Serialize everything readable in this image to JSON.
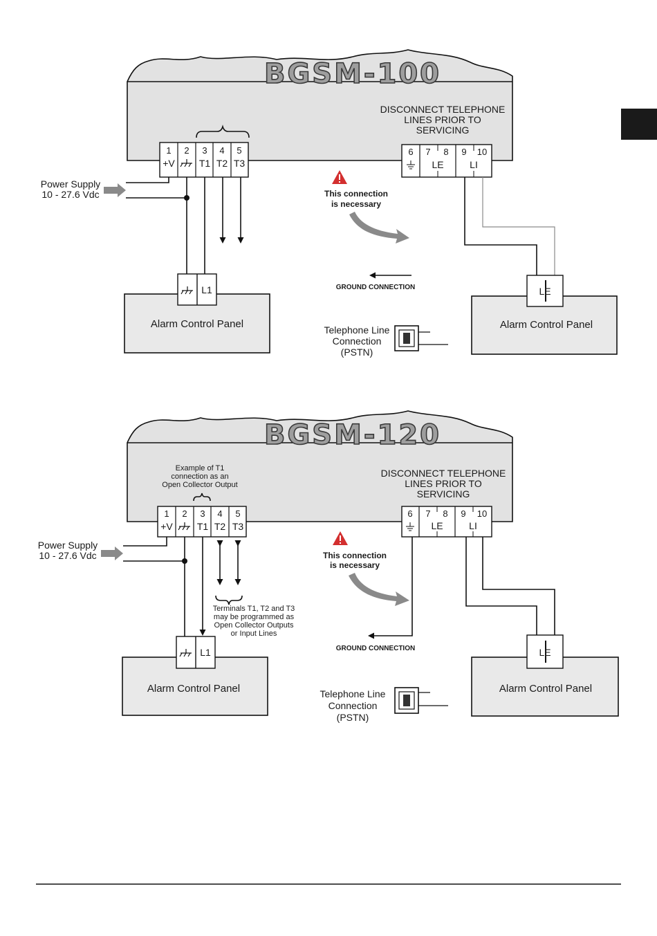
{
  "diagram1": {
    "title": "BGSM-100",
    "warning": [
      "DISCONNECT TELEPHONE",
      "LINES PRIOR TO",
      "SERVICING"
    ],
    "terminals_left": [
      {
        "num": "1",
        "label": "+V"
      },
      {
        "num": "2",
        "label": ""
      },
      {
        "num": "3",
        "label": "T1"
      },
      {
        "num": "4",
        "label": "T2"
      },
      {
        "num": "5",
        "label": "T3"
      }
    ],
    "terminals_right": [
      {
        "num": "6",
        "label": ""
      },
      {
        "num": "7",
        "label": ""
      },
      {
        "num": "8",
        "label": "LE"
      },
      {
        "num": "9",
        "label": ""
      },
      {
        "num": "10",
        "label": "LI"
      }
    ],
    "power_supply": [
      "Power Supply",
      "10 - 27.6 Vdc"
    ],
    "connection_note": [
      "This connection",
      "is necessary"
    ],
    "ground_connection": "GROUND CONNECTION",
    "panel_left": {
      "label": "Alarm Control Panel",
      "terminal": "L1"
    },
    "panel_right": {
      "label": "Alarm Control Panel",
      "terminal": "LE"
    },
    "phone_line": [
      "Telephone Line",
      "Connection",
      "(PSTN)"
    ]
  },
  "diagram2": {
    "title": "BGSM-120",
    "warning": [
      "DISCONNECT TELEPHONE",
      "LINES PRIOR TO",
      "SERVICING"
    ],
    "example_note": [
      "Example of T1",
      "connection as an",
      "Open Collector Output"
    ],
    "terminals_left": [
      {
        "num": "1",
        "label": "+V"
      },
      {
        "num": "2",
        "label": ""
      },
      {
        "num": "3",
        "label": "T1"
      },
      {
        "num": "4",
        "label": "T2"
      },
      {
        "num": "5",
        "label": "T3"
      }
    ],
    "terminals_right": [
      {
        "num": "6",
        "label": ""
      },
      {
        "num": "7",
        "label": ""
      },
      {
        "num": "8",
        "label": "LE"
      },
      {
        "num": "9",
        "label": ""
      },
      {
        "num": "10",
        "label": "LI"
      }
    ],
    "power_supply": [
      "Power Supply",
      "10 - 27.6 Vdc"
    ],
    "connection_note": [
      "This connection",
      "is necessary"
    ],
    "terminals_note": [
      "Terminals T1, T2 and T3",
      "may be programmed as",
      "Open Collector Outputs",
      "or Input Lines"
    ],
    "ground_connection": "GROUND CONNECTION",
    "panel_left": {
      "label": "Alarm Control Panel",
      "terminal": "L1"
    },
    "panel_right": {
      "label": "Alarm Control Panel",
      "terminal": "LE"
    },
    "phone_line": [
      "Telephone Line",
      "Connection",
      "(PSTN)"
    ]
  },
  "colors": {
    "shell": "#e2e2e2",
    "title_fill": "#9e9e9e",
    "warning_red": "#d32f2f",
    "arrow_gray": "#8a8a8a",
    "side_tab": "#1a1a1a"
  }
}
